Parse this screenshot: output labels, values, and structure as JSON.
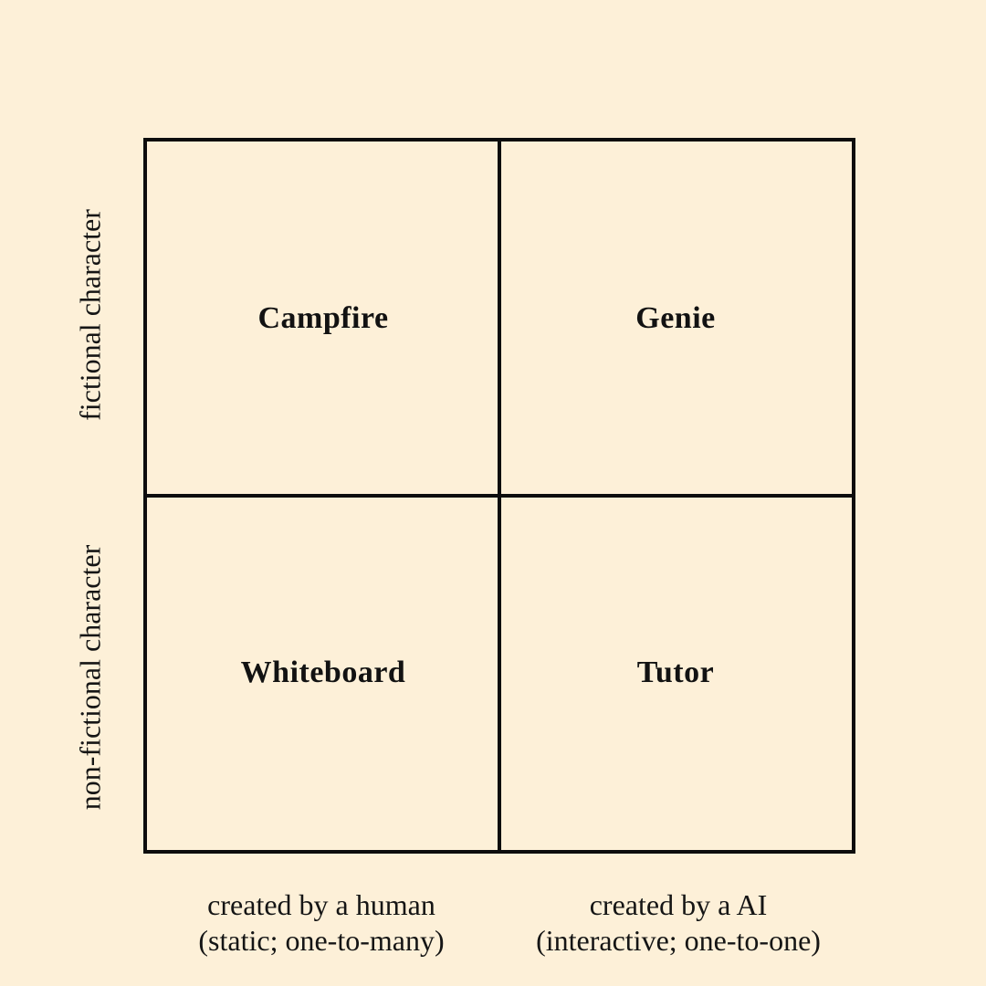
{
  "canvas": {
    "background_color": "#fdf0d8",
    "line_color": "#0d0d0d",
    "text_color": "#121212"
  },
  "matrix": {
    "quadrants": [
      {
        "id": "top-left",
        "label": "Campfire"
      },
      {
        "id": "top-right",
        "label": "Genie"
      },
      {
        "id": "bottom-left",
        "label": "Whiteboard"
      },
      {
        "id": "bottom-right",
        "label": "Tutor"
      }
    ],
    "y_axis": [
      {
        "id": "top",
        "label": "fictional character"
      },
      {
        "id": "bottom",
        "label": "non-fictional character"
      }
    ],
    "x_axis": [
      {
        "id": "left",
        "line1": "created by a human",
        "line2": "(static; one-to-many)"
      },
      {
        "id": "right",
        "line1": "created by a AI",
        "line2": "(interactive; one-to-one)"
      }
    ]
  }
}
